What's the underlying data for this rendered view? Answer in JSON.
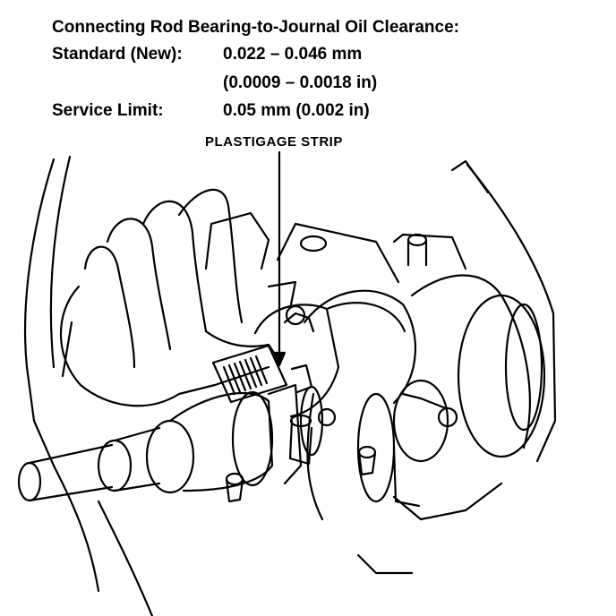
{
  "spec": {
    "title": "Connecting Rod Bearing-to-Journal Oil Clearance:",
    "standard_label": "Standard (New):",
    "standard_mm": "0.022 – 0.046 mm",
    "standard_in": "(0.0009 – 0.0018 in)",
    "limit_label": "Service Limit:",
    "limit_value": "0.05 mm (0.002 in)"
  },
  "callout": {
    "label": "PLASTIGAGE STRIP"
  }
}
